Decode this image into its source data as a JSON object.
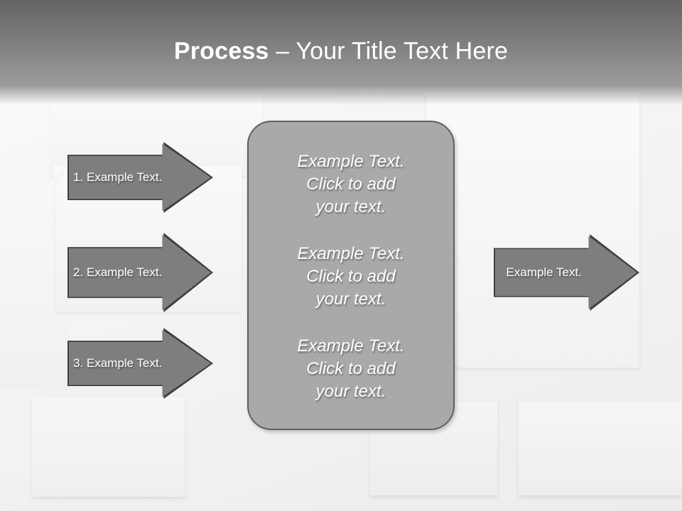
{
  "slide": {
    "title_strong": "Process",
    "title_rest": " – Your Title Text Here"
  },
  "left_arrows": [
    {
      "label": "1. Example Text."
    },
    {
      "label": "2. Example Text."
    },
    {
      "label": "3. Example Text."
    }
  ],
  "center_panel": {
    "blocks": [
      "Example Text.\nClick  to add\nyour text.",
      "Example Text.\nClick  to add\nyour text.",
      "Example Text.\nClick  to add\nyour text."
    ]
  },
  "right_arrow": {
    "label": "Example Text."
  },
  "colors": {
    "arrow_fill": "#7e7e7e",
    "arrow_outline": "#3f3f3f",
    "panel_fill": "#a9a9a9",
    "panel_outline": "#606060",
    "header_top": "#656565",
    "header_bottom": "#9d9d9d",
    "text_on_shape": "#ffffff",
    "background": "#f2f2f2"
  }
}
